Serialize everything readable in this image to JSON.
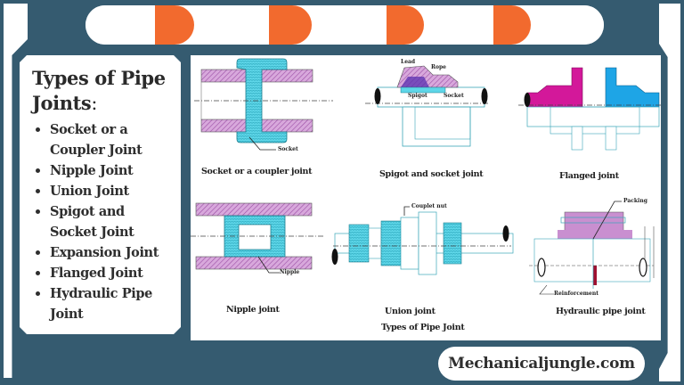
{
  "header": {
    "stripes": [
      "white",
      "orange",
      "white",
      "orange",
      "white",
      "orange",
      "white",
      "orange",
      "white"
    ],
    "colors": {
      "orange": "#f26a2e",
      "white": "#ffffff",
      "background": "#355b70"
    }
  },
  "sidebar": {
    "title": "Types of Pipe Joints",
    "title_suffix": ":",
    "items": [
      {
        "label": "Socket or a Coupler Joint"
      },
      {
        "label": "Nipple Joint"
      },
      {
        "label": "Union Joint"
      },
      {
        "label": "Spigot and Socket Joint"
      },
      {
        "label": "Expansion Joint"
      },
      {
        "label": "Flanged Joint"
      },
      {
        "label": "Hydraulic Pipe Joint"
      }
    ]
  },
  "diagrams": {
    "socket": {
      "caption": "Socket or a coupler joint",
      "label": "Socket"
    },
    "spigot": {
      "caption": "Spigot and socket joint",
      "labels": {
        "lead": "Lead",
        "rope": "Rope",
        "spigot": "Spigot",
        "socket": "Socket"
      }
    },
    "flanged": {
      "caption": "Flanged joint"
    },
    "nipple": {
      "caption": "Nipple joint",
      "label": "Nipple"
    },
    "union": {
      "caption": "Union joint",
      "label": "Couplet nut"
    },
    "hydraulic": {
      "caption": "Hydraulic pipe joint",
      "labels": {
        "packing": "Packing",
        "reinforcement": "Reinforcement"
      }
    },
    "figure_title": "Types of Pipe Joint",
    "colors": {
      "pipe_hatch": "#c98fd0",
      "fitting": "#5ed6e8",
      "magenta": "#d3189a",
      "blue": "#1ea5e6"
    }
  },
  "footer": {
    "site": "Mechanicaljungle.com"
  }
}
